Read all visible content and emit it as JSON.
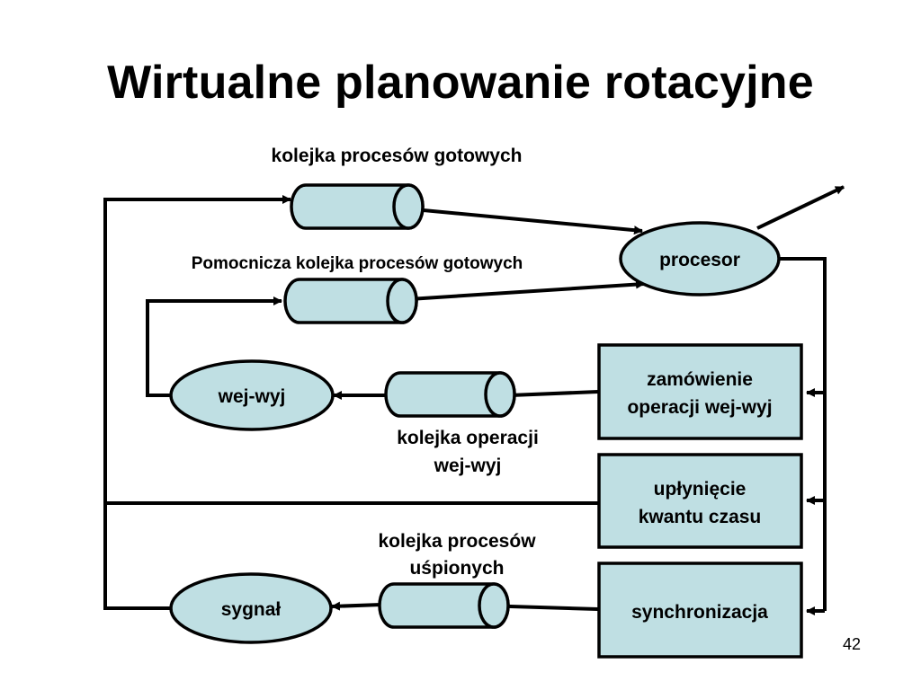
{
  "slide": {
    "title": "Wirtualne planowanie rotacyjne",
    "page_number": "42"
  },
  "queues": {
    "ready": "kolejka procesów gotowych",
    "aux_ready": "Pomocnicza kolejka procesów gotowych",
    "io_line1": "kolejka operacji",
    "io_line2": "wej-wyj",
    "sleep_line1": "kolejka procesów",
    "sleep_line2": "uśpionych"
  },
  "nodes": {
    "processor": "procesor",
    "io": "wej-wyj",
    "signal": "sygnał"
  },
  "events": {
    "io_request_line1": "zamówienie",
    "io_request_line2": "operacji wej-wyj",
    "quantum_line1": "upłynięcie",
    "quantum_line2": "kwantu czasu",
    "sync": "synchronizacja"
  },
  "colors": {
    "fill": "#bfdfe3",
    "stroke": "#000000"
  }
}
